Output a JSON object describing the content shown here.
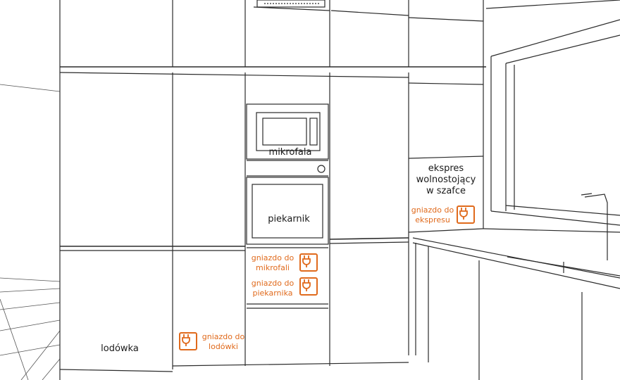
{
  "labels": {
    "microwave": "mikrofala",
    "oven": "piekarnik",
    "fridge": "lodówka",
    "espresso_line1": "ekspres",
    "espresso_line2": "wolnostojący",
    "espresso_line3": "w szafce"
  },
  "sockets": {
    "espresso": [
      "gniazdo do",
      "ekspresu"
    ],
    "microwave": [
      "gniazdo do",
      "mikrofali"
    ],
    "oven": [
      "gniazdo do",
      "piekarnika"
    ],
    "fridge": [
      "gniazdo do",
      "lodówki"
    ]
  },
  "colors": {
    "accent": "#e06a1c",
    "line": "#2b2b2b",
    "background": "#ffffff"
  },
  "icons": {
    "socket": "plug-socket-icon"
  }
}
